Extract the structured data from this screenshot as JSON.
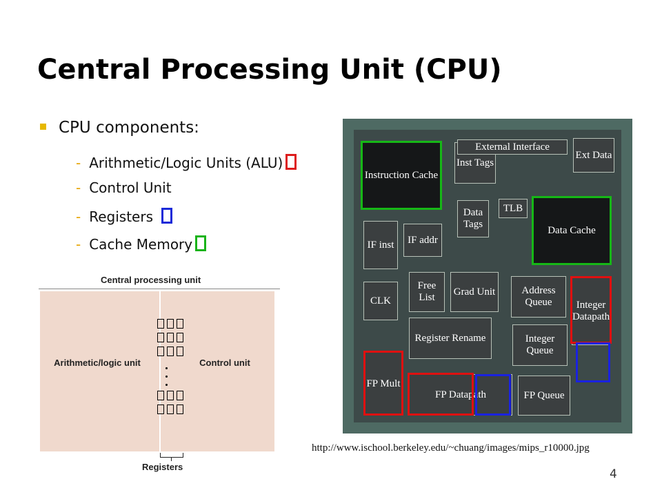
{
  "slide": {
    "title": "Central Processing Unit (CPU)",
    "bullet": "CPU components:",
    "items": [
      {
        "label": "Arithmetic/Logic Units (ALU)",
        "marker_color": "#dd1c1c"
      },
      {
        "label": "Control Unit"
      },
      {
        "label": "Registers",
        "marker_color": "#1a2ad8"
      },
      {
        "label": "Cache Memory",
        "marker_color": "#19b319"
      }
    ],
    "page_number": "4"
  },
  "diagram": {
    "title": "Central processing unit",
    "alu_label": "Arithmetic/logic unit",
    "cu_label": "Control unit",
    "registers_label": "Registers"
  },
  "die": {
    "blocks": {
      "instruction_cache": "Instruction Cache",
      "inst_tags": "Inst Tags",
      "external_interface": "External Interface",
      "ext_data": "Ext Data",
      "data_tags": "Data Tags",
      "tlb": "TLB",
      "data_cache": "Data Cache",
      "if_inst": "IF inst",
      "if_addr": "IF addr",
      "clk": "CLK",
      "free_list": "Free List",
      "grad_unit": "Grad Unit",
      "address_queue": "Address Queue",
      "integer_datapath": "Integer Datapath",
      "register_rename": "Register Rename",
      "integer_queue": "Integer Queue",
      "fp_mult": "FP Mult",
      "fp_datapath": "FP Datapath",
      "fp_queue": "FP Queue"
    },
    "colors": {
      "alu": "#e01010",
      "registers": "#1a22e0",
      "cache": "#16b816"
    }
  },
  "source_url": "http://www.ischool.berkeley.edu/~chuang/images/mips_r10000.jpg"
}
